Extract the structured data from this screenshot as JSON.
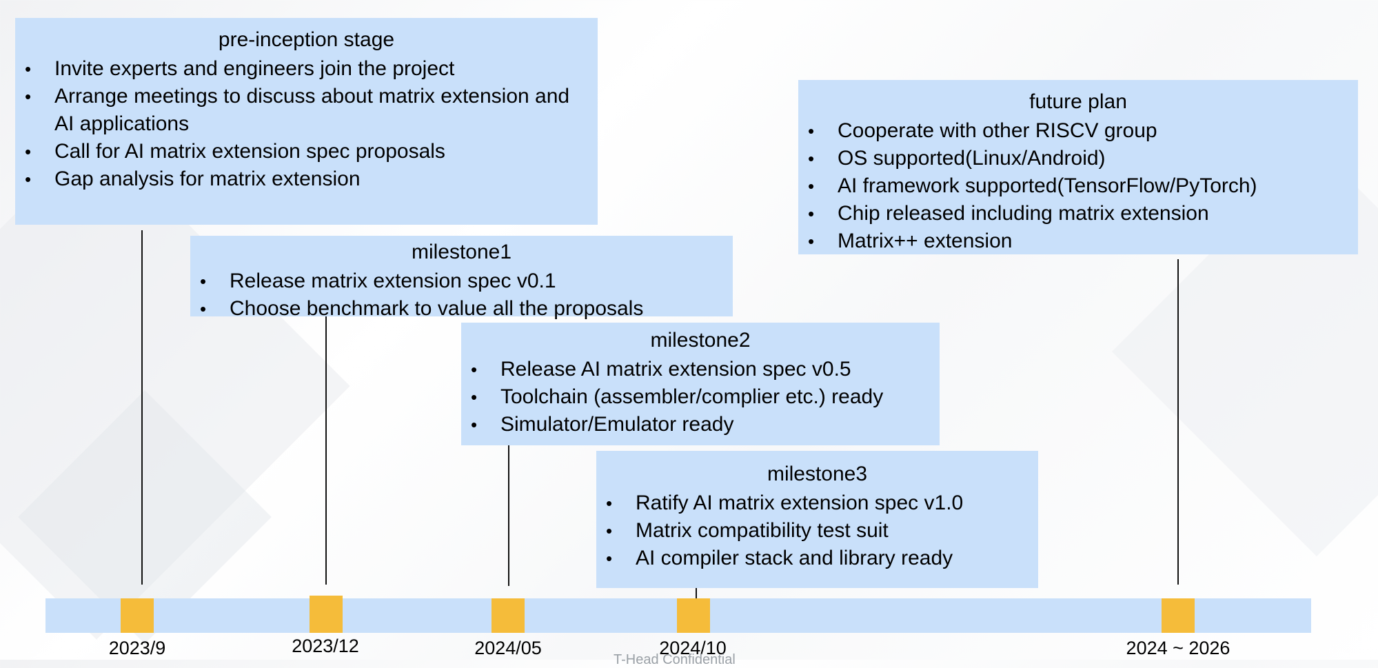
{
  "stages": {
    "pre": {
      "title": "pre-inception stage",
      "items": [
        "Invite experts and engineers join the project",
        "Arrange meetings to discuss about matrix extension and AI applications",
        "Call for AI matrix extension spec proposals",
        "Gap analysis for matrix extension"
      ]
    },
    "m1": {
      "title": "milestone1",
      "items": [
        "Release matrix extension spec v0.1",
        "Choose benchmark to value all the proposals"
      ]
    },
    "m2": {
      "title": "milestone2",
      "items": [
        "Release AI matrix extension spec v0.5",
        "Toolchain (assembler/complier  etc.) ready",
        "Simulator/Emulator  ready"
      ]
    },
    "m3": {
      "title": "milestone3",
      "items": [
        "Ratify AI matrix extension spec v1.0",
        "Matrix compatibility test suit",
        "AI compiler stack and library ready"
      ]
    },
    "future": {
      "title": "future plan",
      "items": [
        "Cooperate with other RISCV group",
        "OS supported(Linux/Android)",
        "AI framework supported(TensorFlow/PyTorch)",
        "Chip released including matrix extension",
        "Matrix++ extension"
      ]
    }
  },
  "timeline": {
    "dates": [
      "2023/9",
      "2023/12",
      "2024/05",
      "2024/10",
      "2024 ~ 2026"
    ],
    "marker_color": "#f5bc3a",
    "bar_color": "#c9e0fa"
  },
  "footer": "T-Head Confidential"
}
